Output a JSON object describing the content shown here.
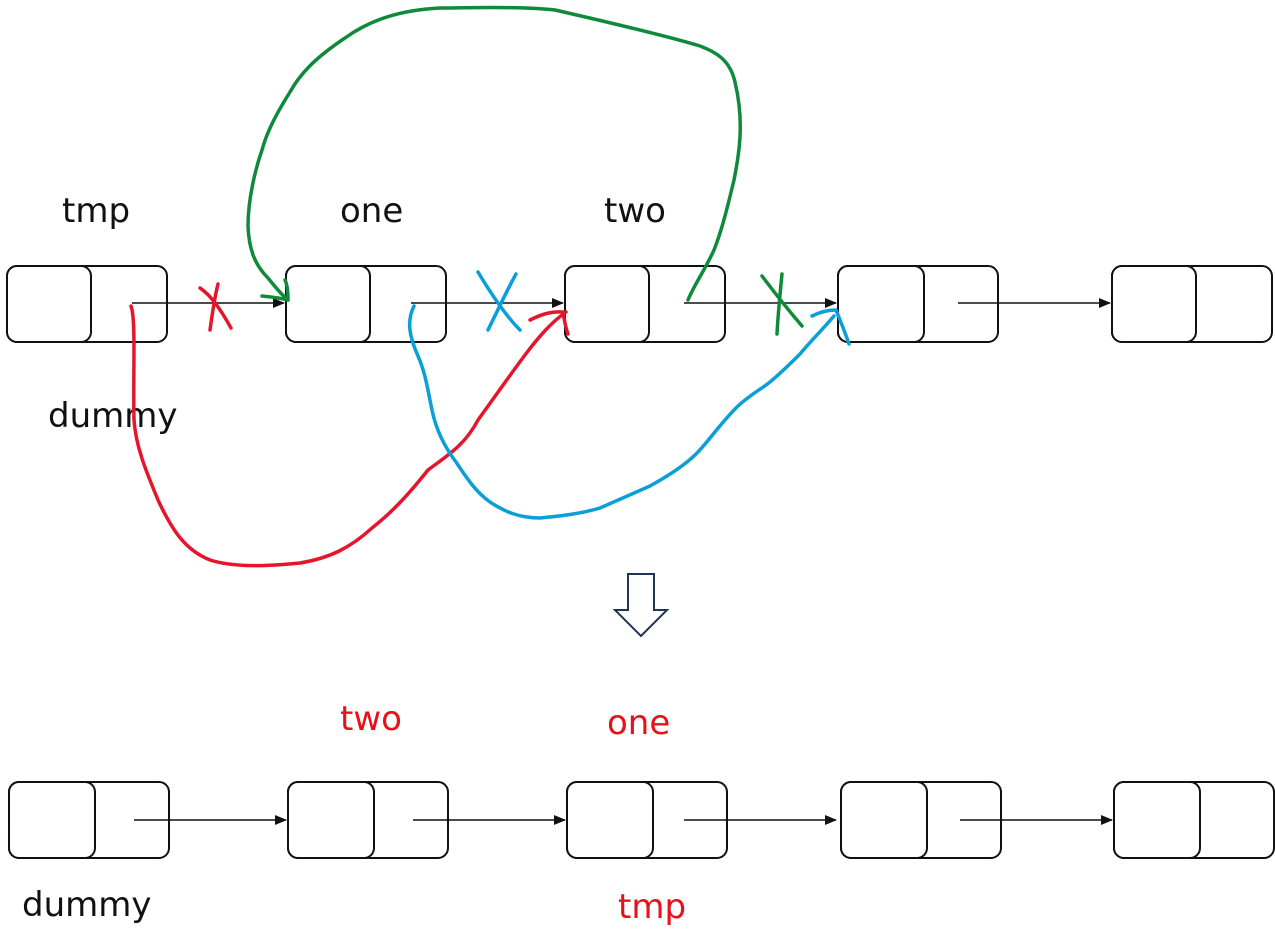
{
  "top_row": {
    "labels": {
      "tmp": "tmp",
      "one": "one",
      "two": "two",
      "dummy": "dummy"
    }
  },
  "bottom_row": {
    "labels": {
      "two": "two",
      "one": "one",
      "dummy": "dummy",
      "tmp": "tmp"
    }
  },
  "colors": {
    "text": "#111111",
    "highlight_text": "#e8101a",
    "red_stroke": "#e5162b",
    "green_stroke": "#0e8a3a",
    "blue_stroke": "#0a9fd8",
    "transition_arrow": "#1f3550"
  }
}
